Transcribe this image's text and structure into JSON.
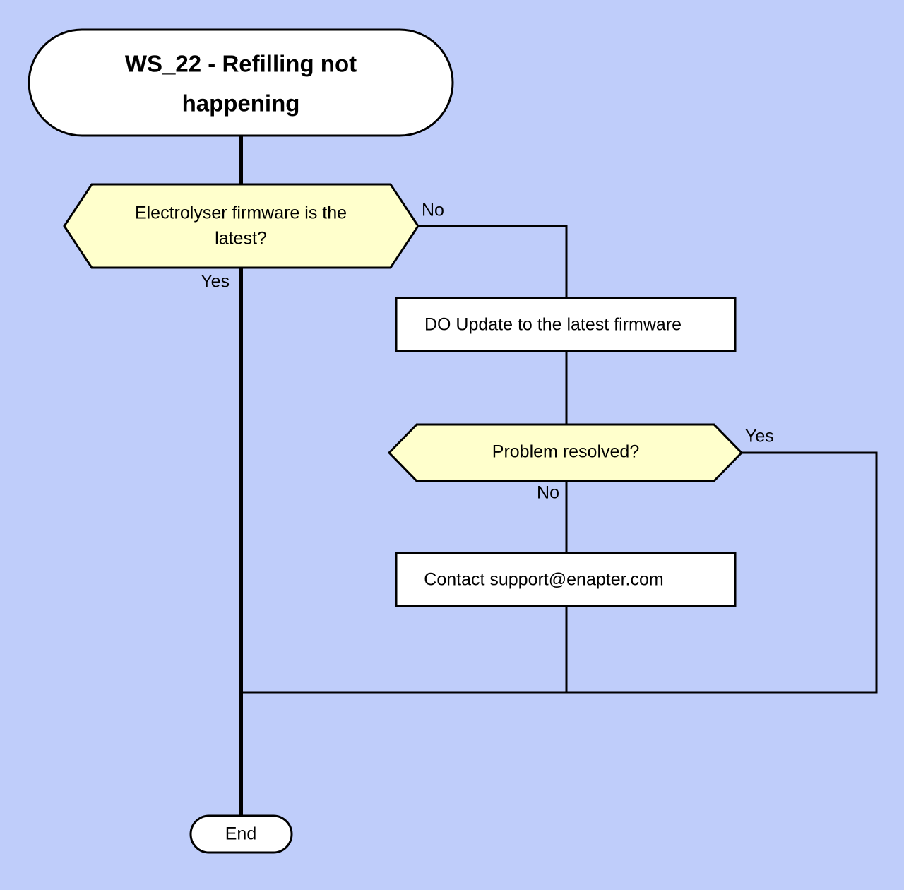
{
  "diagram": {
    "title": "WS_22 - Refilling not happening",
    "background_color": "#bfcdfa",
    "decision_fill": "#ffffcc",
    "node_fill": "#ffffff",
    "stroke_color": "#000000",
    "nodes": {
      "start": {
        "label": "WS_22 - Refilling not happening",
        "line1": "WS_22 - Refilling not",
        "line2": "happening",
        "shape": "terminal"
      },
      "decision_firmware": {
        "label": "Electrolyser firmware is the latest?",
        "line1": "Electrolyser firmware is the",
        "line2": "latest?",
        "shape": "decision"
      },
      "process_update": {
        "label": "DO Update to the latest firmware",
        "shape": "process"
      },
      "decision_resolved": {
        "label": "Problem resolved?",
        "shape": "decision"
      },
      "process_contact": {
        "label": "Contact support@enapter.com",
        "shape": "process"
      },
      "end": {
        "label": "End",
        "shape": "terminal"
      }
    },
    "edges": {
      "firmware_no": "No",
      "firmware_yes": "Yes",
      "resolved_yes": "Yes",
      "resolved_no": "No"
    }
  }
}
